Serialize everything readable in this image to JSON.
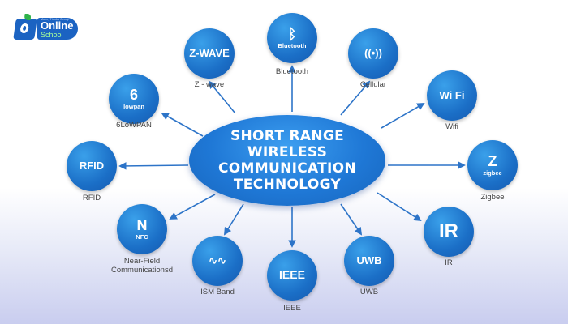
{
  "logo": {
    "small_text": "MoneyThinks Group",
    "online": "Online",
    "school": "School"
  },
  "center": {
    "line1": "SHORT RANGE WIRELESS",
    "line2": "COMMUNICATION TECHNOLOGY"
  },
  "colors": {
    "node_blue": "#1b6fc7",
    "arrow_blue": "#2d74c8",
    "center_blue": "#1f78d6"
  },
  "nodes": [
    {
      "id": "zwave",
      "label": "Z - wave",
      "glyph": "Z-WAVE",
      "icon": "zwave-icon"
    },
    {
      "id": "bluetooth",
      "label": "Bluetooth",
      "glyph": "ᛒ",
      "sub": "Bluetooth",
      "icon": "bluetooth-icon"
    },
    {
      "id": "cellular",
      "label": "Cellular",
      "glyph": "((•))",
      "icon": "cellular-icon"
    },
    {
      "id": "wifi",
      "label": "Wifi",
      "glyph": "Wi Fi",
      "icon": "wifi-icon"
    },
    {
      "id": "6lowpan",
      "label": "6LoWPAN",
      "glyph": "6",
      "sub": "lowpan",
      "icon": "6lowpan-icon"
    },
    {
      "id": "rfid",
      "label": "RFID",
      "glyph": "RFID",
      "icon": "rfid-icon"
    },
    {
      "id": "zigbee",
      "label": "Zigbee",
      "glyph": "Z",
      "sub": "zigbee",
      "icon": "zigbee-icon"
    },
    {
      "id": "nfc",
      "label": "Near-Field\nCommunicationsd",
      "glyph": "N",
      "sub": "NFC",
      "icon": "nfc-icon"
    },
    {
      "id": "ism",
      "label": "ISM Band",
      "glyph": "∿∿",
      "icon": "ism-band-icon"
    },
    {
      "id": "ieee",
      "label": "IEEE",
      "glyph": "IEEE",
      "icon": "ieee-icon"
    },
    {
      "id": "uwb",
      "label": "UWB",
      "glyph": "UWB",
      "icon": "uwb-icon"
    },
    {
      "id": "ir",
      "label": "IR",
      "glyph": "IR",
      "icon": "ir-icon"
    }
  ]
}
